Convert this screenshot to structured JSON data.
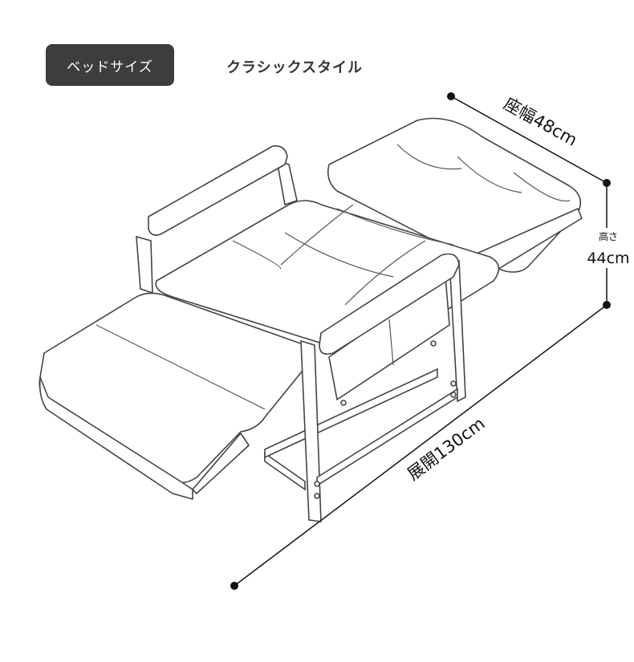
{
  "tabs": {
    "active": "ベッドサイズ",
    "inactive": "クラシックスタイル"
  },
  "dimensions": {
    "width": "座幅48cm",
    "height_caption": "高さ",
    "height_value": "44cm",
    "length": "展開130cm"
  }
}
